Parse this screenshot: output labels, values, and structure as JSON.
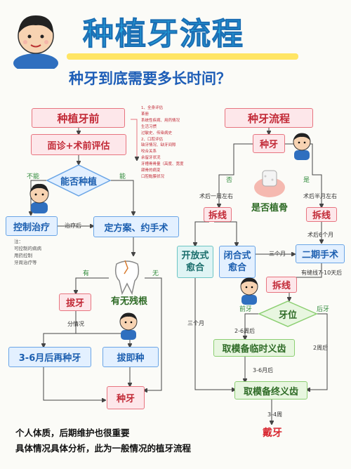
{
  "header": {
    "title": "种植牙流程",
    "subtitle": "种牙到底需要多长时间？"
  },
  "left": {
    "title": "种植牙前",
    "eval": "面诊+术前评估",
    "decision": "能否种植",
    "no": "不能",
    "yes": "能",
    "control": "控制治疗",
    "after_treat": "治疗后",
    "plan": "定方案、约手术",
    "note_label": "注：",
    "notes": [
      "可控制的病病",
      "用药控制",
      "牙周治疗等"
    ],
    "has": "有",
    "none": "无",
    "root_q": "有无残根",
    "extract": "拔牙",
    "by_case": "分情况",
    "later": "3-6月后再种牙",
    "immediate": "拔即种",
    "implant": "种牙"
  },
  "checklist": {
    "items": [
      "1、全身评估",
      "革册",
      "系统性疾病、用药情况",
      "生活习惯",
      "过敏史、传染病史",
      "2、口腔评估",
      "缺牙情况、缺牙间隙",
      "咬合关系",
      "余留牙状况",
      "牙槽骨骨量（高度、宽度",
      "颌骨的病变",
      "口腔黏膜状况"
    ]
  },
  "right": {
    "title": "种牙流程",
    "implant": "种牙",
    "no": "否",
    "yes": "是",
    "bone_q": "是否植骨",
    "week": "术后一周左右",
    "half_year": "术后半月左右",
    "suture1": "拆线",
    "suture2": "拆线",
    "six_months": "术后6个月",
    "open": [
      "开放式",
      "愈合"
    ],
    "closed": [
      "闭合式",
      "愈合"
    ],
    "three_m": "三个月",
    "second": "二期手术",
    "days": "有缝线7-10天后",
    "suture3": "拆线",
    "front": "前牙",
    "back": "后牙",
    "position": "牙位",
    "three_m2": "三个月",
    "weeks": "2-6周后",
    "temp": "取模备临时义齿",
    "two_w": "2周后",
    "three_six": "3-6月后",
    "final": "取模备终义齿",
    "three_four": "3-4周",
    "wear": "戴牙"
  },
  "footer": {
    "line1": "个人体质，后期维护也很重要",
    "line2": "具体情况具体分析，此为一般情况的植牙流程"
  },
  "colors": {
    "title": "#25a8e0",
    "pink": "#e7747f",
    "blue": "#6aa5e6",
    "green": "#8ccf72"
  }
}
